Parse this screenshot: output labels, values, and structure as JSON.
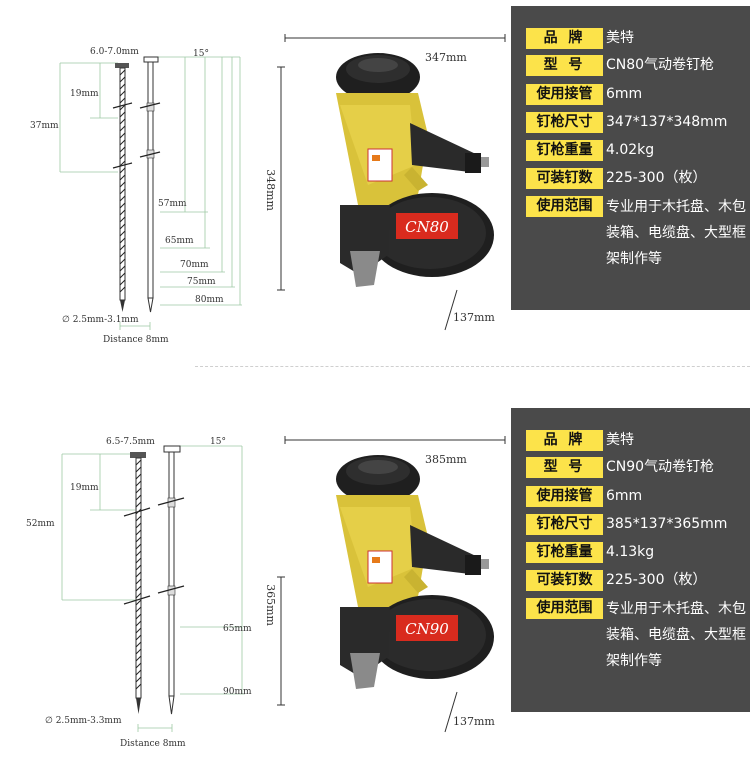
{
  "models": [
    {
      "nail": {
        "head_width": "6.0-7.0mm",
        "angle": "15°",
        "dim_19": "19mm",
        "dim_37": "37mm",
        "lengths": [
          "57mm",
          "65mm",
          "70mm",
          "75mm",
          "80mm"
        ],
        "shank_diameter": "∅ 2.5mm-3.1mm",
        "distance": "Distance  8mm"
      },
      "tool": {
        "width": "347mm",
        "height": "348mm",
        "depth": "137mm",
        "badge": "CN80"
      },
      "specs": [
        {
          "label": "品 牌",
          "value": "美特"
        },
        {
          "label": "型 号",
          "value": "CN80气动卷钉枪"
        },
        {
          "label": "使用接管",
          "value": "6mm"
        },
        {
          "label": "钉枪尺寸",
          "value": "347*137*348mm"
        },
        {
          "label": "钉枪重量",
          "value": "4.02kg"
        },
        {
          "label": "可装钉数",
          "value": "225-300（枚）"
        },
        {
          "label": "使用范围",
          "value": "专业用于木托盘、木包装箱、电缆盘、大型框架制作等"
        }
      ]
    },
    {
      "nail": {
        "head_width": "6.5-7.5mm",
        "angle": "15°",
        "dim_19": "19mm",
        "dim_52": "52mm",
        "lengths": [
          "65mm",
          "90mm"
        ],
        "shank_diameter": "∅ 2.5mm-3.3mm",
        "distance": "Distance  8mm"
      },
      "tool": {
        "width": "385mm",
        "height": "365mm",
        "depth": "137mm",
        "badge": "CN90"
      },
      "specs": [
        {
          "label": "品 牌",
          "value": "美特"
        },
        {
          "label": "型 号",
          "value": "CN90气动卷钉枪"
        },
        {
          "label": "使用接管",
          "value": "6mm"
        },
        {
          "label": "钉枪尺寸",
          "value": "385*137*365mm"
        },
        {
          "label": "钉枪重量",
          "value": "4.13kg"
        },
        {
          "label": "可装钉数",
          "value": "225-300（枚）"
        },
        {
          "label": "使用范围",
          "value": "专业用于木托盘、木包装箱、电缆盘、大型框架制作等"
        }
      ]
    }
  ],
  "colors": {
    "panel": "#4a4a4a",
    "label_bg": "#fce34a",
    "tool_body": "#d9c23a",
    "tool_black": "#1f1f1f",
    "badge_red": "#d92b1e"
  }
}
